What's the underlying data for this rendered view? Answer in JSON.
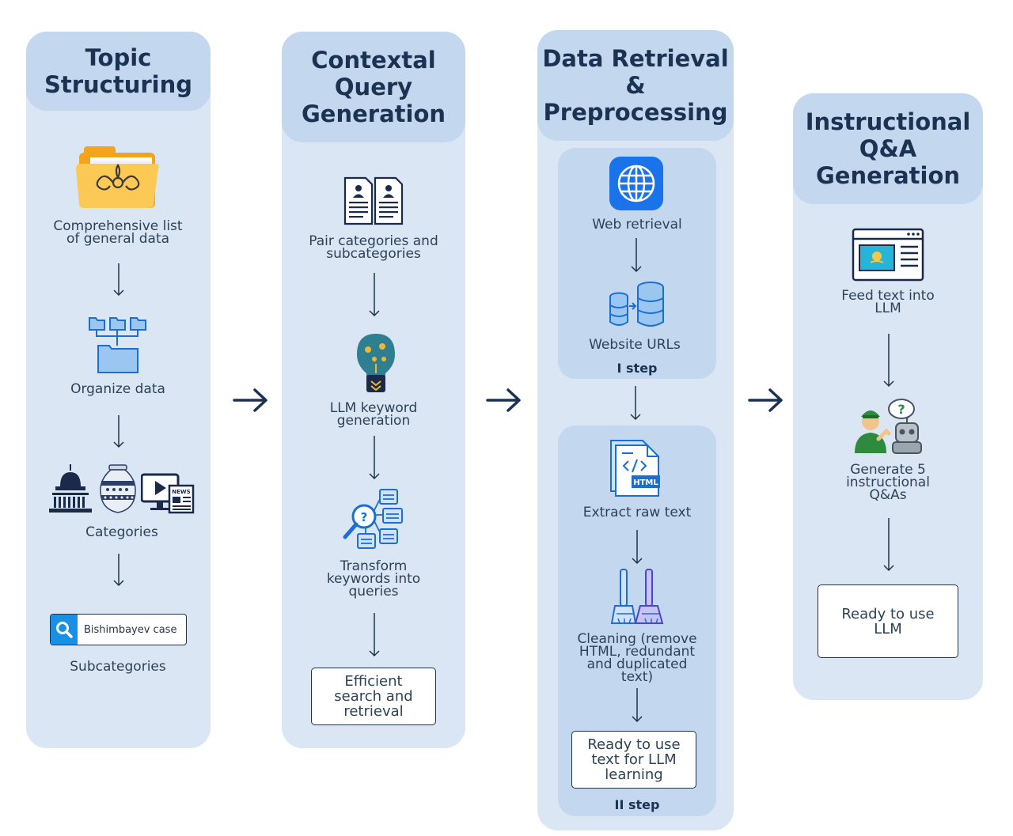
{
  "columns": [
    {
      "title_lines": [
        "Topic",
        "Structuring"
      ],
      "steps": [
        {
          "icon": "folder-icon",
          "label_lines": [
            "Comprehensive list",
            "of general data"
          ]
        },
        {
          "icon": "folder-tree-icon",
          "label_lines": [
            "Organize data"
          ]
        },
        {
          "icon": "categories-icons",
          "label_lines": [
            "Categories"
          ]
        },
        {
          "icon": "search-bar-icon",
          "search_text": "Bishimbayev case",
          "label_lines": [
            "Subcategories"
          ]
        }
      ]
    },
    {
      "title_lines": [
        "Contextal",
        "Query",
        "Generation"
      ],
      "steps": [
        {
          "icon": "documents-pair-icon",
          "label_lines": [
            "Pair categories and",
            "subcategories"
          ]
        },
        {
          "icon": "lightbulb-icon",
          "label_lines": [
            "LLM keyword",
            "generation"
          ]
        },
        {
          "icon": "search-network-icon",
          "label_lines": [
            "Transform",
            "keywords into",
            "queries"
          ]
        }
      ],
      "result_lines": [
        "Efficient",
        "search and",
        "retrieval"
      ]
    },
    {
      "title_lines": [
        "Data Retrieval",
        "&",
        "Preprocessing"
      ],
      "step1": {
        "items": [
          {
            "icon": "globe-icon",
            "label_lines": [
              "Web retrieval"
            ]
          },
          {
            "icon": "database-icon",
            "label_lines": [
              "Website URLs"
            ]
          }
        ],
        "step_label": "I step"
      },
      "step2": {
        "items": [
          {
            "icon": "html-file-icon",
            "label_lines": [
              "Extract raw text"
            ]
          },
          {
            "icon": "brooms-icon",
            "label_lines": [
              "Cleaning (remove",
              "HTML, redundant",
              "and duplicated",
              "text)"
            ]
          }
        ],
        "result_lines": [
          "Ready to use",
          "text for LLM",
          "learning"
        ],
        "step_label": "II step"
      }
    },
    {
      "title_lines": [
        "Instructional",
        "Q&A",
        "Generation"
      ],
      "steps": [
        {
          "icon": "browser-window-icon",
          "label_lines": [
            "Feed text into",
            "LLM"
          ]
        },
        {
          "icon": "person-robot-icon",
          "label_lines": [
            "Generate 5",
            "instructional",
            "Q&As"
          ]
        }
      ],
      "result_lines": [
        "Ready to use",
        "LLM"
      ]
    }
  ],
  "colors": {
    "column_bg": "#dbe6f5",
    "header_bg": "#c3d7ef",
    "title_text": "#1b3252",
    "accent_blue": "#1a8fe6"
  }
}
